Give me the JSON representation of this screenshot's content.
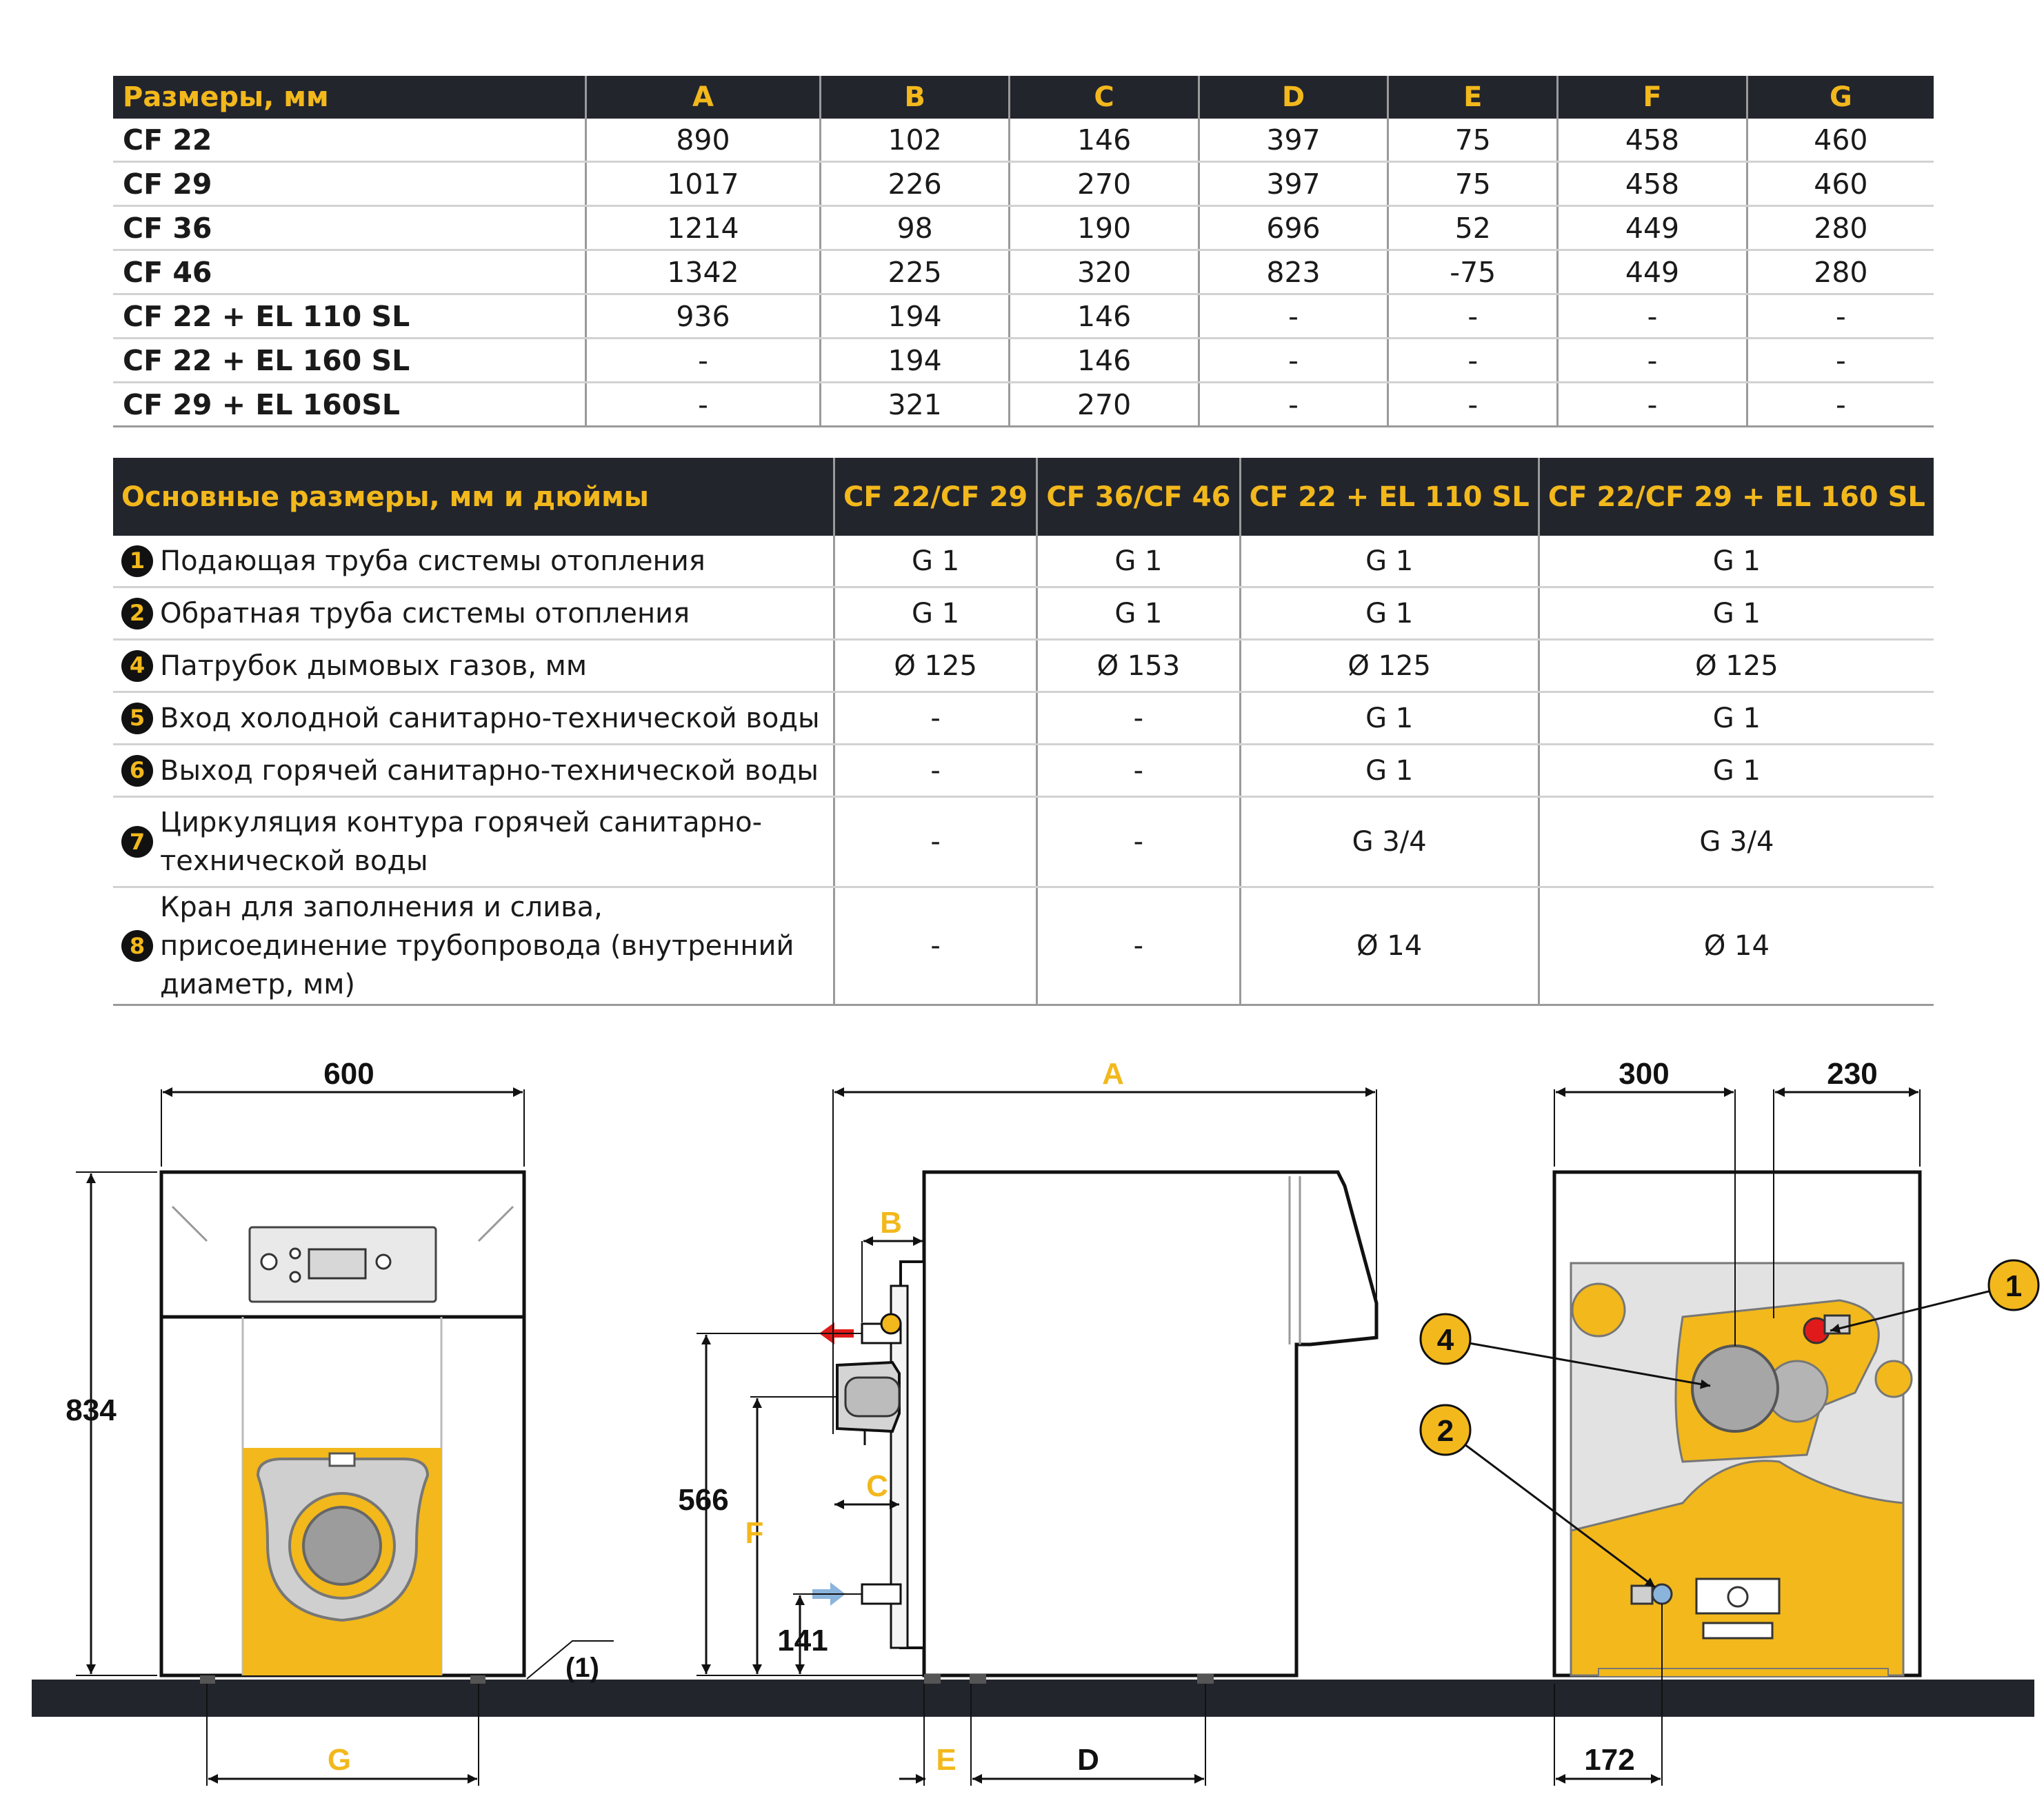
{
  "table1": {
    "headers": [
      "Размеры, мм",
      "A",
      "B",
      "C",
      "D",
      "E",
      "F",
      "G"
    ],
    "rows": [
      [
        "CF 22",
        "890",
        "102",
        "146",
        "397",
        "75",
        "458",
        "460"
      ],
      [
        "CF 29",
        "1017",
        "226",
        "270",
        "397",
        "75",
        "458",
        "460"
      ],
      [
        "CF 36",
        "1214",
        "98",
        "190",
        "696",
        "52",
        "449",
        "280"
      ],
      [
        "CF 46",
        "1342",
        "225",
        "320",
        "823",
        "-75",
        "449",
        "280"
      ],
      [
        "CF 22 + EL 110 SL",
        "936",
        "194",
        "146",
        "-",
        "-",
        "-",
        "-"
      ],
      [
        "CF 22 + EL 160 SL",
        "-",
        "194",
        "146",
        "-",
        "-",
        "-",
        "-"
      ],
      [
        "CF 29 + EL 160SL",
        "-",
        "321",
        "270",
        "-",
        "-",
        "-",
        "-"
      ]
    ]
  },
  "table2": {
    "headers": [
      "Основные размеры, мм и дюймы",
      "CF 22/CF 29",
      "CF 36/CF 46",
      "CF 22 + EL 110 SL",
      "CF 22/CF 29 + EL 160 SL"
    ],
    "rows": [
      {
        "num": "1",
        "label": "Подающая труба системы отопления",
        "values": [
          "G 1",
          "G 1",
          "G 1",
          "G 1"
        ]
      },
      {
        "num": "2",
        "label": "Обратная труба системы отопления",
        "values": [
          "G 1",
          "G 1",
          "G 1",
          "G 1"
        ]
      },
      {
        "num": "4",
        "label": "Патрубок дымовых газов, мм",
        "values": [
          "Ø 125",
          "Ø 153",
          "Ø 125",
          "Ø 125"
        ]
      },
      {
        "num": "5",
        "label": "Вход холодной санитарно-технической воды",
        "values": [
          "-",
          "-",
          "G 1",
          "G 1"
        ]
      },
      {
        "num": "6",
        "label": "Выход горячей санитарно-технической воды",
        "values": [
          "-",
          "-",
          "G 1",
          "G 1"
        ]
      },
      {
        "num": "7",
        "label": "Циркуляция контура горячей санитарно-технической воды",
        "values": [
          "-",
          "-",
          "G 3/4",
          "G 3/4"
        ]
      },
      {
        "num": "8",
        "label": "Кран для заполнения и слива, присоединение трубопровода (внутренний диаметр, мм)",
        "values": [
          "-",
          "-",
          "Ø 14",
          "Ø 14"
        ]
      }
    ]
  },
  "drawing": {
    "front": {
      "width": "600",
      "height": "834",
      "foot_note": "(1)",
      "feet_label": "G"
    },
    "side": {
      "length_label": "A",
      "b_label": "B",
      "c_label": "C",
      "f_label": "F",
      "d_label": "D",
      "e_label": "E",
      "h566": "566",
      "h141": "141"
    },
    "rear": {
      "w300": "300",
      "w230": "230",
      "w172": "172",
      "callout1": "1",
      "callout2": "2",
      "callout4": "4"
    },
    "colors": {
      "yellow": "#f2b81c",
      "dark": "#23252d",
      "red": "#e01a1a",
      "blue": "#8ab4dc"
    }
  }
}
